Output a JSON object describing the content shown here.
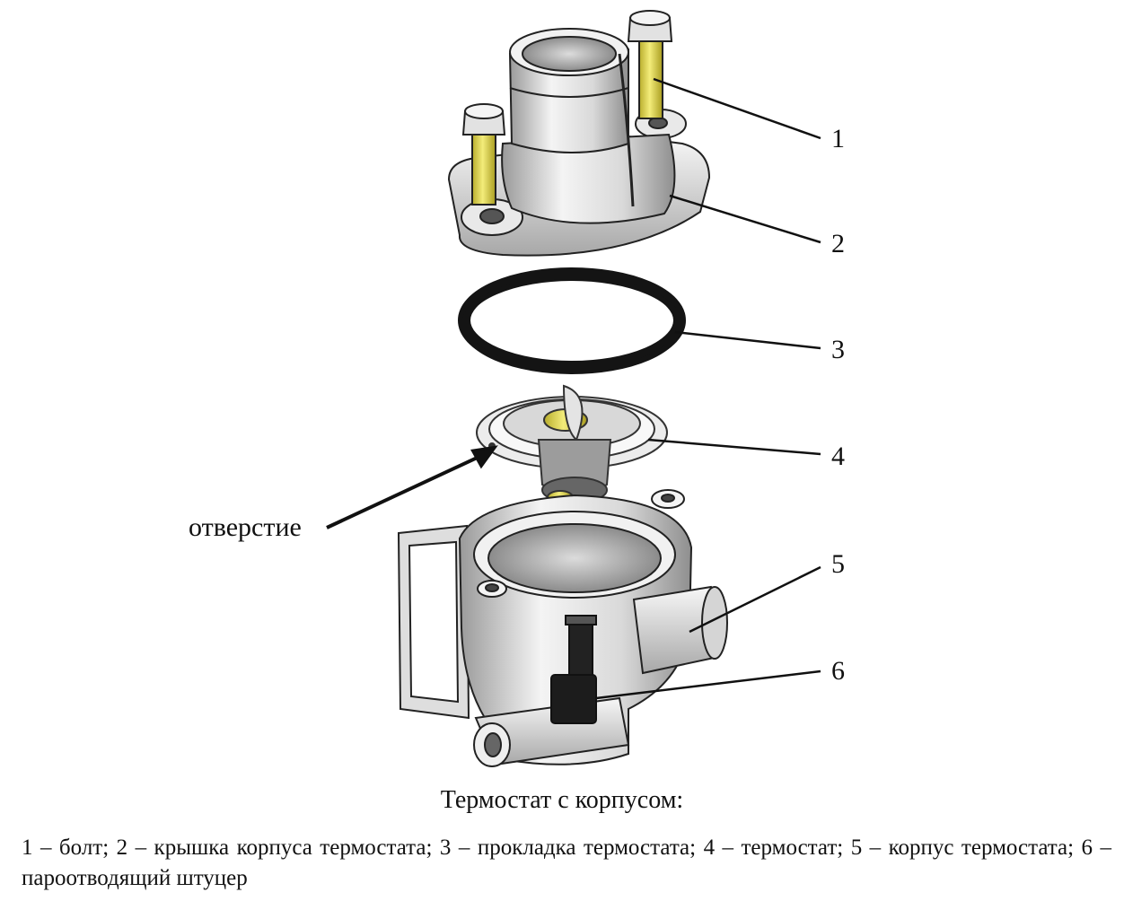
{
  "labels": {
    "n1": "1",
    "n2": "2",
    "n3": "3",
    "n4": "4",
    "n5": "5",
    "n6": "6",
    "hole": "отверстие"
  },
  "caption": {
    "title": "Термостат с корпусом:",
    "legend": "1 – болт; 2 – крышка корпуса термостата; 3 – прокладка термостата; 4 – термостат; 5 – корпус термостата; 6 – пароотводящий штуцер"
  },
  "colors": {
    "metal_light": "#f2f2f2",
    "metal_mid": "#cfcfcf",
    "metal_dark": "#8a8a8a",
    "bolt_yellow": "#e6dc52",
    "gasket_black": "#141414",
    "line": "#111111"
  }
}
